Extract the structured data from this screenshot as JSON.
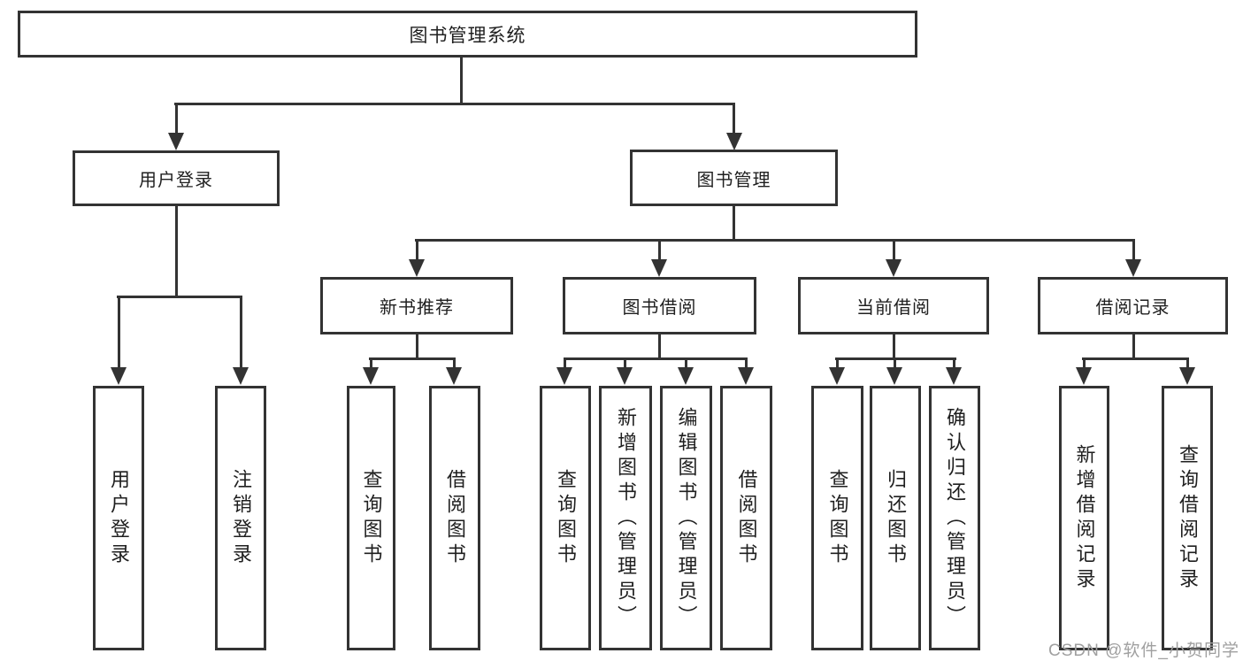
{
  "diagram": {
    "type": "hierarchy-flowchart",
    "root": {
      "label": "图书管理系统"
    },
    "level2": [
      {
        "label": "用户登录",
        "parent": "图书管理系统"
      },
      {
        "label": "图书管理",
        "parent": "图书管理系统"
      }
    ],
    "categories": [
      {
        "label": "新书推荐",
        "parent": "图书管理"
      },
      {
        "label": "图书借阅",
        "parent": "图书管理"
      },
      {
        "label": "当前借阅",
        "parent": "图书管理"
      },
      {
        "label": "借阅记录",
        "parent": "图书管理"
      }
    ],
    "leaves": [
      {
        "label": "用户登录",
        "parent": "用户登录"
      },
      {
        "label": "注销登录",
        "parent": "用户登录"
      },
      {
        "label": "查询图书",
        "parent": "新书推荐"
      },
      {
        "label": "借阅图书",
        "parent": "新书推荐"
      },
      {
        "label": "查询图书",
        "parent": "图书借阅"
      },
      {
        "label": "新增图书（管理员）",
        "parent": "图书借阅"
      },
      {
        "label": "编辑图书（管理员）",
        "parent": "图书借阅"
      },
      {
        "label": "借阅图书",
        "parent": "图书借阅"
      },
      {
        "label": "查询图书",
        "parent": "当前借阅"
      },
      {
        "label": "归还图书",
        "parent": "当前借阅"
      },
      {
        "label": "确认归还（管理员）",
        "parent": "当前借阅"
      },
      {
        "label": "新增借阅记录",
        "parent": "借阅记录"
      },
      {
        "label": "查询借阅记录",
        "parent": "借阅记录"
      }
    ]
  },
  "watermark": "CSDN @软件_小贺同学",
  "colors": {
    "line": "#333333",
    "text": "#1f1f1f",
    "watermark": "#a0a0a0",
    "background": "#ffffff"
  }
}
